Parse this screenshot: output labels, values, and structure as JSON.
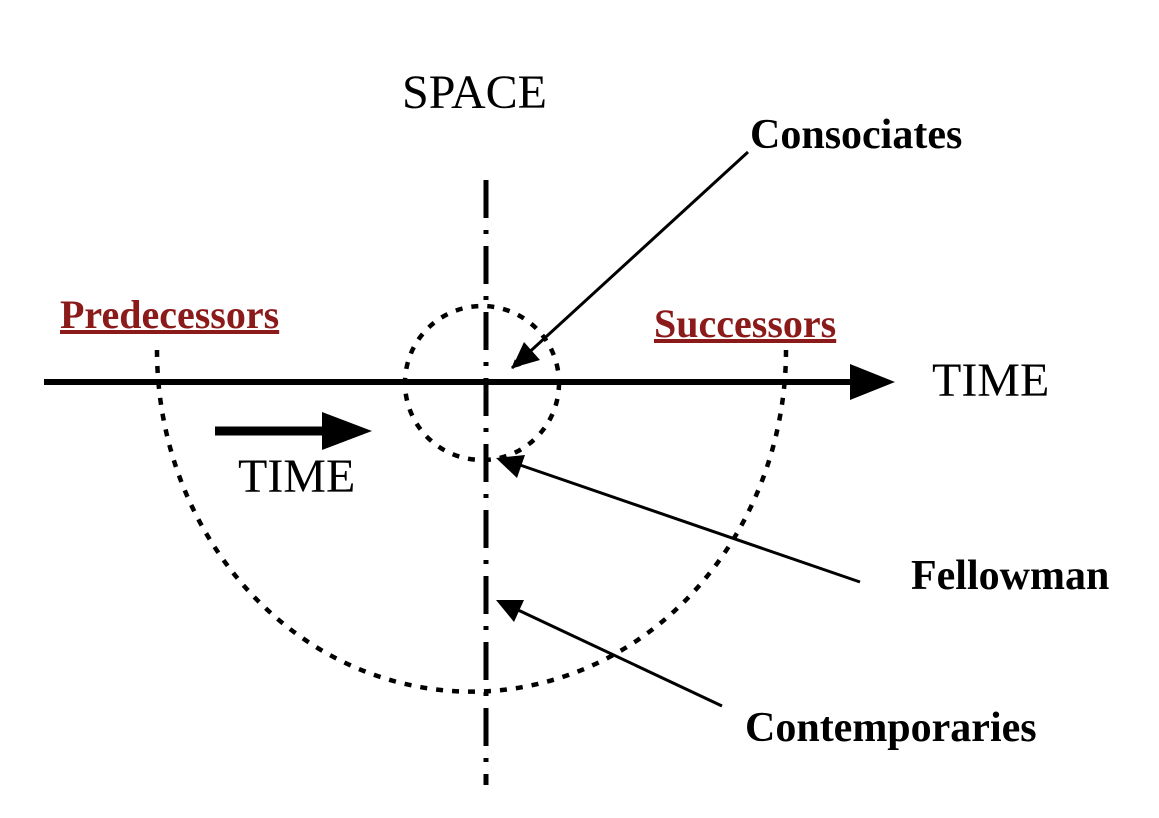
{
  "labels": {
    "space": "SPACE",
    "time_axis": "TIME",
    "time_arrow": "TIME",
    "consociates": "Consociates",
    "fellowman": "Fellowman",
    "contemporaries": "Contemporaries",
    "predecessors": "Predecessors",
    "successors": "Successors"
  },
  "colors": {
    "ink": "#000000",
    "link_label": "#8b1a1a",
    "background": "#ffffff"
  }
}
